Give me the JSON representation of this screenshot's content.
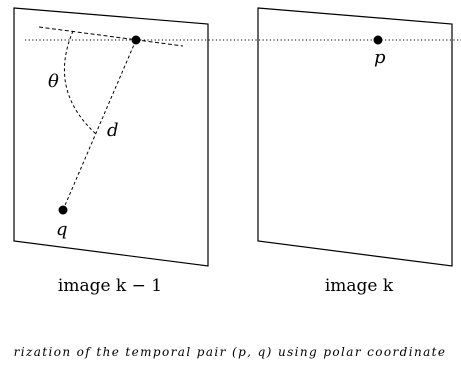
{
  "figure": {
    "left_image_caption": "image k − 1",
    "right_image_caption": "image k",
    "labels": {
      "theta": "θ",
      "d": "d",
      "q": "q",
      "p": "p"
    },
    "caption": "rization of the temporal pair (p, q) using polar coordinate"
  }
}
